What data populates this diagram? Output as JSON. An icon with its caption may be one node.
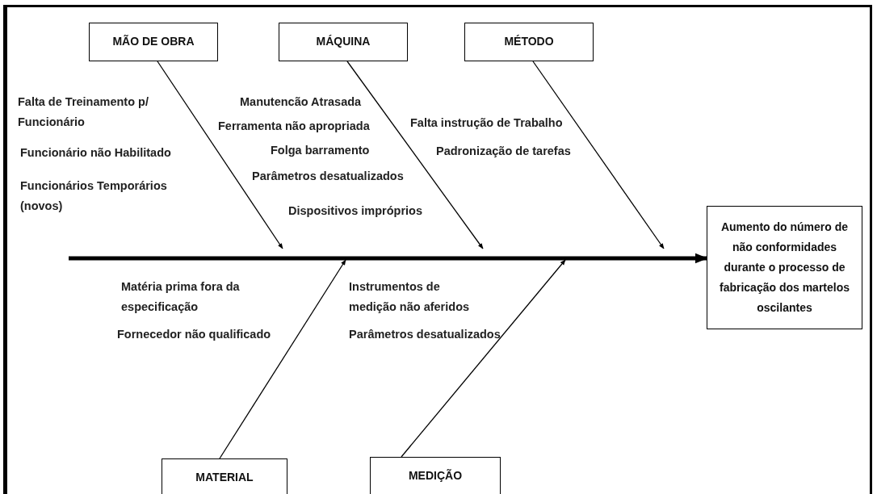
{
  "diagram": {
    "nodes": [
      {
        "text": [
          "MÃO DE OBRA"
        ]
      },
      {
        "text": [
          "MÁQUINA"
        ]
      },
      {
        "text": [
          "MÉTODO"
        ]
      },
      {
        "text": [
          "Aumento do número de não conformidades durante o processo de fabricação dos martelos oscilantes"
        ]
      },
      {
        "text": [
          "MATERIAL"
        ]
      },
      {
        "text": [
          "MEDIÇÃO"
        ]
      }
    ],
    "edges": [
      {
        "from": 0,
        "to": null,
        "arrow": "to"
      },
      {
        "from": 1,
        "to": null,
        "arrow": "to"
      },
      {
        "from": 2,
        "to": null,
        "arrow": "to"
      },
      {
        "from": null,
        "to": 3,
        "arrow": "to",
        "style": "thick"
      },
      {
        "from": 4,
        "to": null,
        "arrow": "to"
      },
      {
        "from": 5,
        "to": null,
        "arrow": "to"
      }
    ],
    "labels": [
      "Falta de Treinamento p/ Funcionário",
      "Funcionário não Habilitado",
      "Funcionários Temporários (novos)",
      "Manutencão Atrasada",
      "Ferramenta não apropriada",
      "Folga barramento",
      "Parâmetros desatualizados",
      "Dispositivos impróprios",
      "Falta instrução de Trabalho",
      "Padronização de tarefas",
      "Matéria prima fora da especificação",
      "Fornecedor não qualificado",
      "Instrumentos de medição não aferidos",
      "Parâmetros desatualizados"
    ]
  }
}
